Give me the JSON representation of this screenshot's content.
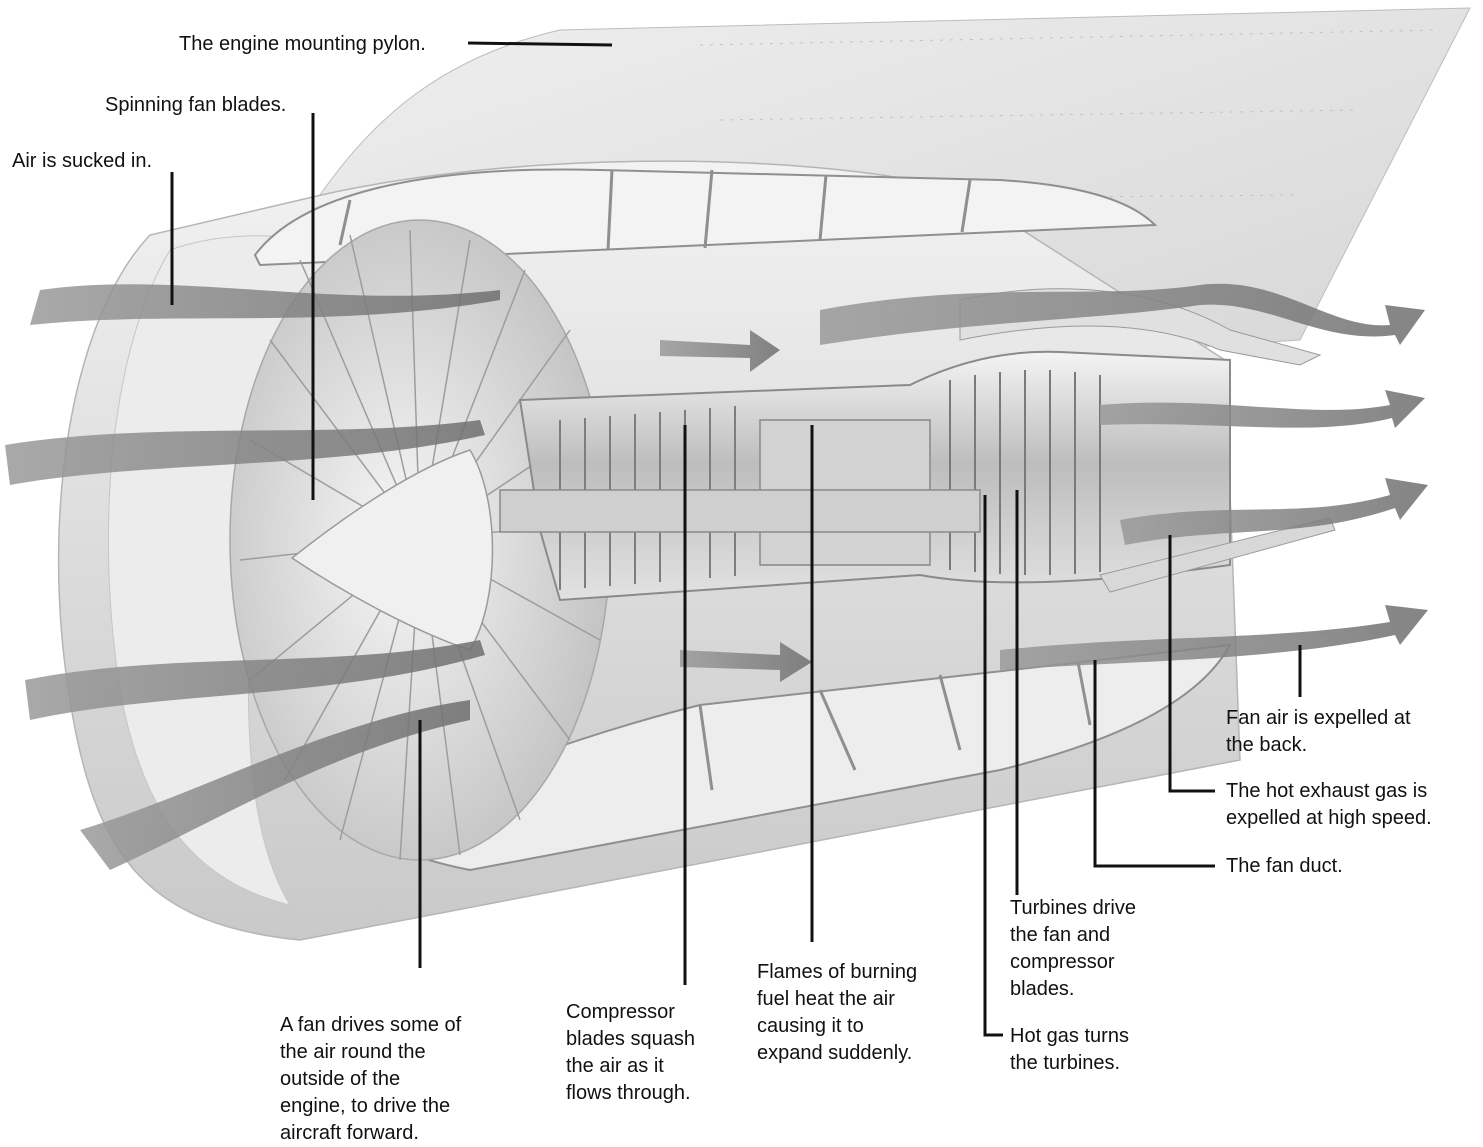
{
  "labels": {
    "pylon": "The engine mounting pylon.",
    "fan_blades": "Spinning fan blades.",
    "air_in": "Air is sucked in.",
    "fan_drives": "A fan drives some of\nthe air round the\noutside of the\nengine, to drive the\naircraft forward.",
    "compressor": "Compressor\nblades squash\nthe air as it\nflows through.",
    "flames": "Flames of burning\nfuel heat the air\ncausing it to\nexpand suddenly.",
    "turbines_drive": "Turbines drive\nthe fan and\ncompressor\nblades.",
    "hot_gas_turns": "Hot gas turns\nthe turbines.",
    "fan_air_expelled": "Fan air is expelled at\nthe back.",
    "hot_exhaust": "The hot exhaust gas is\nexpelled at high speed.",
    "fan_duct": "The fan duct."
  },
  "colors": {
    "background": "#ffffff",
    "engine_body": "#e4e4e4",
    "airflow_arrows": "#8a8a8a",
    "leader_lines": "#111111",
    "text": "#111111"
  }
}
